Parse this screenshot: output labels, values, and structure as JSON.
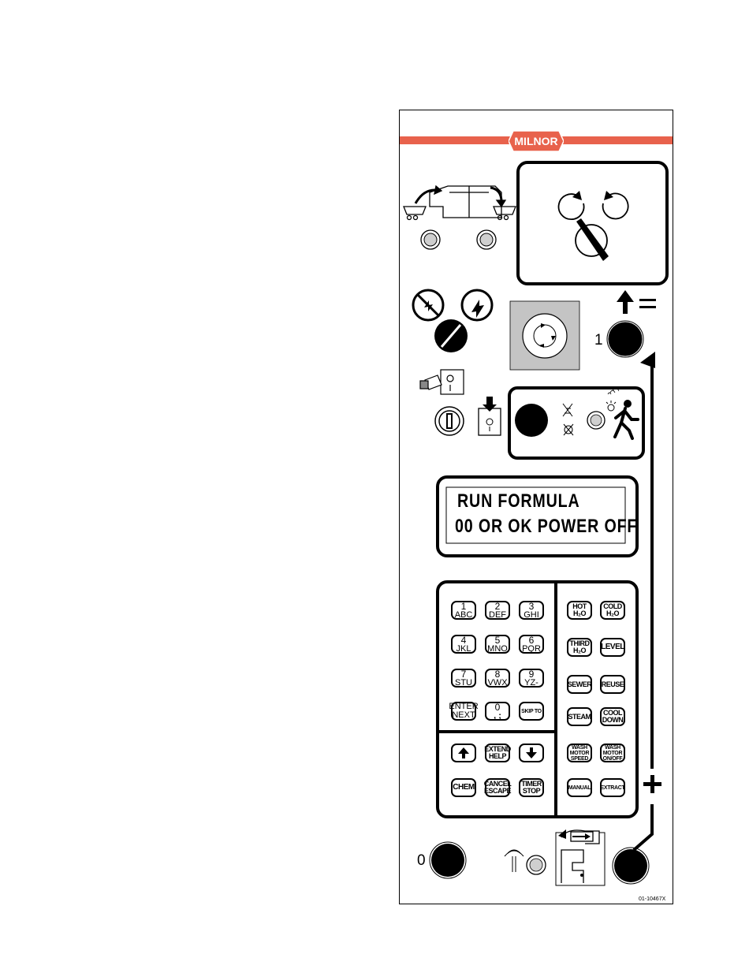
{
  "brand": {
    "logo_text": "MILNOR",
    "bar_color": "#e8624c"
  },
  "display": {
    "line1": "RUN FORMULA",
    "line2": "00 OR OK POWER OFF"
  },
  "labels": {
    "one": "1",
    "zero": "0"
  },
  "figure_code": "01-10467X",
  "keypad": {
    "numeric": [
      {
        "n": "1",
        "l": "ABC"
      },
      {
        "n": "2",
        "l": "DEF"
      },
      {
        "n": "3",
        "l": "GHI"
      },
      {
        "n": "4",
        "l": "JKL"
      },
      {
        "n": "5",
        "l": "MNO"
      },
      {
        "n": "6",
        "l": "PQR"
      },
      {
        "n": "7",
        "l": "STU"
      },
      {
        "n": "8",
        "l": "VWX"
      },
      {
        "n": "9",
        "l": "YZ-"
      }
    ],
    "enter": {
      "l1": "ENTER",
      "l2": "NEXT"
    },
    "zero": {
      "n": "0",
      "l": ", ;"
    },
    "skip": "SKIP TO",
    "extend": {
      "l1": "EXTEND",
      "l2": "HELP"
    },
    "chem": "CHEM",
    "cancel": {
      "l1": "CANCEL",
      "l2": "ESCAPE"
    },
    "timer": {
      "l1": "TIMER",
      "l2": "STOP"
    },
    "hot": {
      "l1": "HOT",
      "l2": "H₂O"
    },
    "cold": {
      "l1": "COLD",
      "l2": "H₂O"
    },
    "third": {
      "l1": "THIRD",
      "l2": "H₂O"
    },
    "level": "LEVEL",
    "sewer": "SEWER",
    "reuse": "REUSE",
    "steam": "STEAM",
    "cooldown": {
      "l1": "COOL",
      "l2": "DOWN"
    },
    "wms": {
      "l1": "WASH",
      "l2": "MOTOR",
      "l3": "SPEED"
    },
    "wmo": {
      "l1": "WASH",
      "l2": "MOTOR",
      "l3": "ON/OFF"
    },
    "manual": "MANUAL",
    "extract": "EXTRACT"
  }
}
